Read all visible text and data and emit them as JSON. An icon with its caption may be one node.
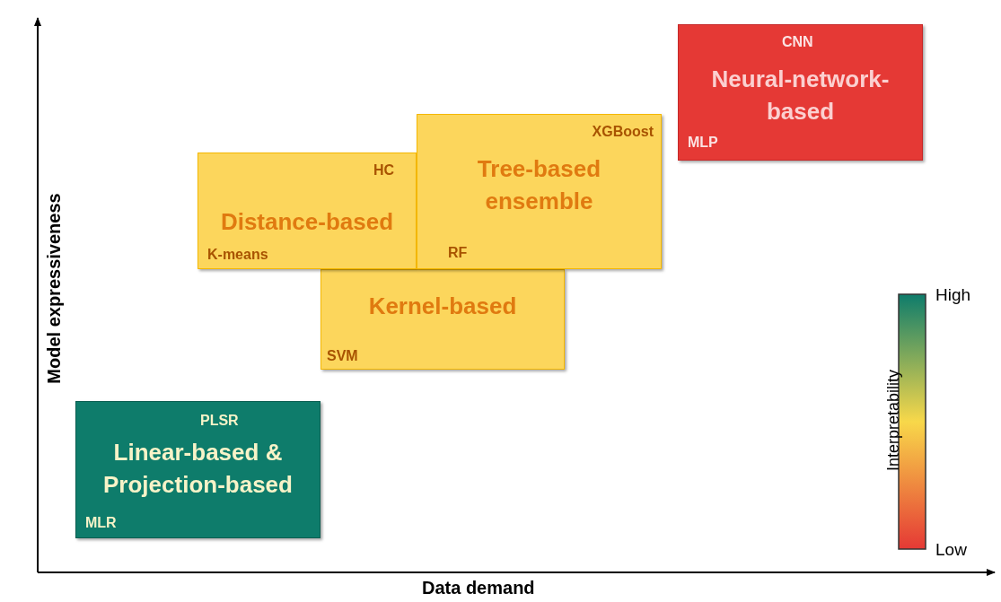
{
  "diagram": {
    "nodes": [
      {
        "text": [
          "CNN",
          "Neural-network-based",
          "MLP"
        ]
      },
      {
        "text": [
          "XGBoost",
          "Tree-based ensemble",
          "RF"
        ]
      },
      {
        "text": [
          "HC",
          "Distance-based",
          "K-means"
        ]
      },
      {
        "text": [
          "Kernel-based",
          "SVM"
        ]
      },
      {
        "text": [
          "PLSR",
          "Linear-based & Projection-based",
          "MLR"
        ]
      }
    ],
    "edges": [],
    "labels": [
      "Model expressiveness",
      "Data demand",
      "High",
      "Interpretability",
      "Low"
    ]
  }
}
